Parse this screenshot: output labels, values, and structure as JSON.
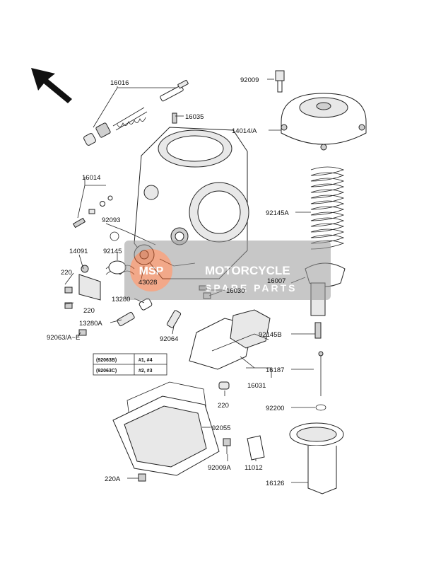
{
  "labels": {
    "p16016": "16016",
    "p16035": "16035",
    "p92009": "92009",
    "p14014A": "14014/A",
    "p16014": "16014",
    "p92093": "92093",
    "p14091": "14091",
    "p92145": "92145",
    "p220_a": "220",
    "p220_b": "220",
    "p43028": "43028",
    "p92145A": "92145A",
    "p16007": "16007",
    "p13280": "13280",
    "p16030": "16030",
    "p13280A": "13280A",
    "p92063": "92063/A~E",
    "p92064": "92064",
    "p92145B": "92145B",
    "p16187": "16187",
    "p16031": "16031",
    "p220_c": "220",
    "p92200": "92200",
    "p92055": "92055",
    "p92009A": "92009A",
    "p11012": "11012",
    "p16126": "16126",
    "p220A": "220A"
  },
  "table": {
    "rows": [
      {
        "part": "(92063B)",
        "cyl": "#1, #4"
      },
      {
        "part": "(92063C)",
        "cyl": "#2, #3"
      }
    ]
  },
  "watermark": {
    "badge": "MSP",
    "line1": "MOTORCYCLE",
    "line2": "SPARE PARTS",
    "accent": "#e8622a",
    "band": "#9a9a9a"
  }
}
